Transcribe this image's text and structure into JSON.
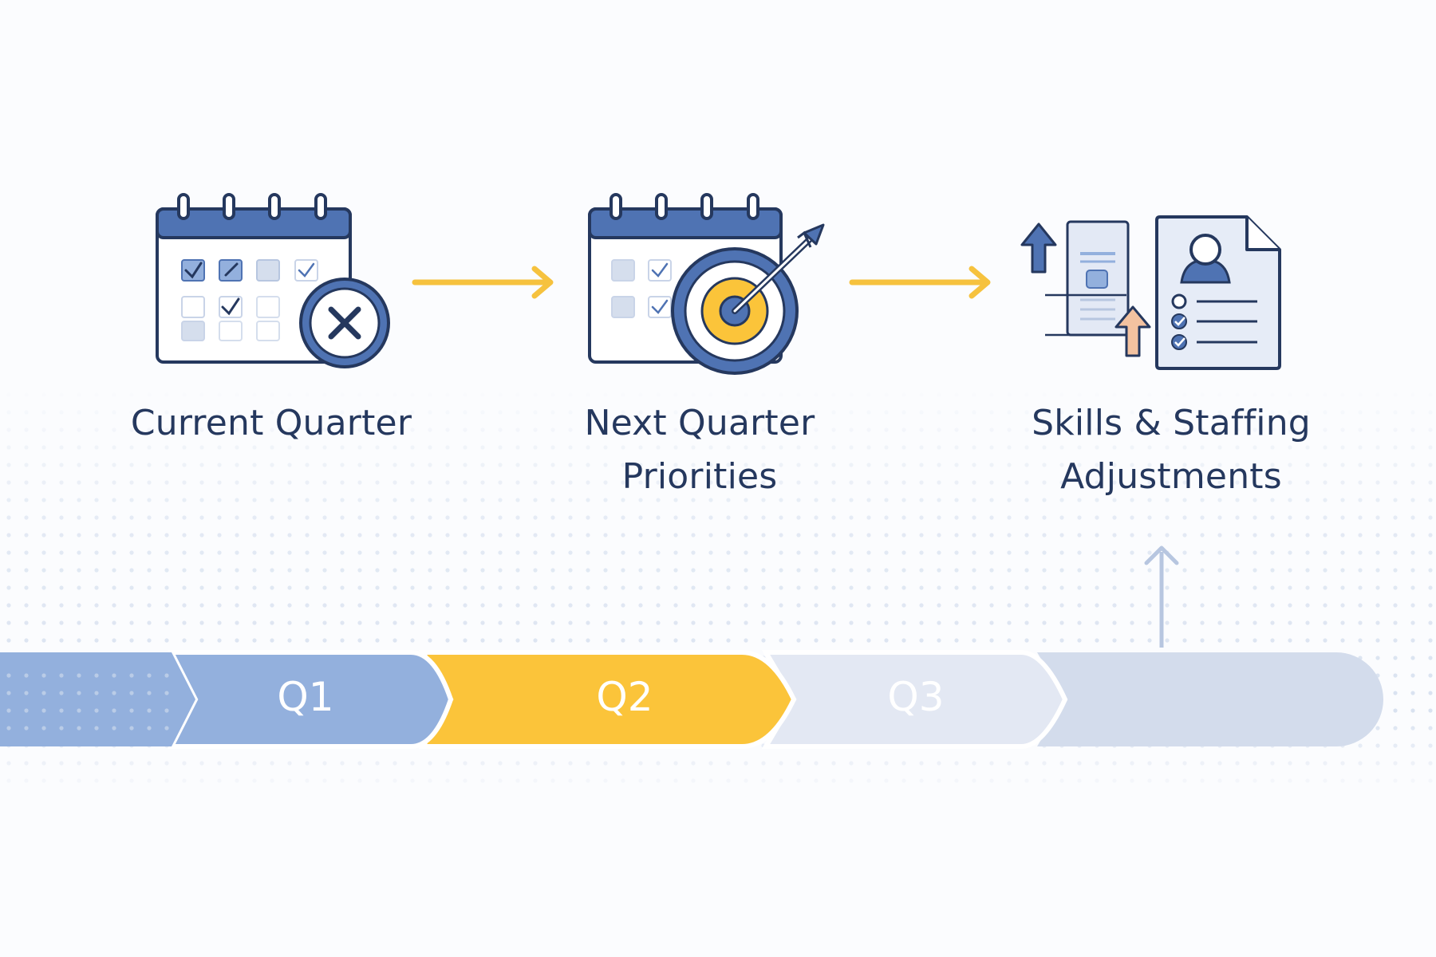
{
  "steps": [
    {
      "lines": [
        "Current Quarter"
      ],
      "icon": "calendar-x-icon"
    },
    {
      "lines": [
        "Next Quarter",
        "Priorities"
      ],
      "icon": "calendar-target-icon"
    },
    {
      "lines": [
        "Skills & Staffing",
        "Adjustments"
      ],
      "icon": "resume-growth-icon"
    }
  ],
  "timeline": {
    "segments": [
      "Q1",
      "Q2",
      "Q3"
    ]
  },
  "colors": {
    "navy": "#25385e",
    "blue": "#4f73b3",
    "light_blue": "#93b0dd",
    "yellow": "#fbc43a",
    "pale": "#e3e8f3",
    "faded": "#d3dcec",
    "peach": "#f3c2a0"
  }
}
